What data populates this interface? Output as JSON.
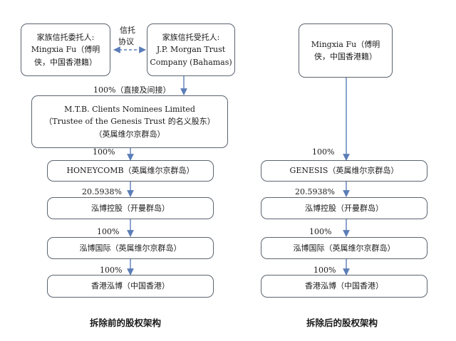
{
  "left": {
    "settlor": {
      "line1": "家族信托委托人:",
      "line2": "Mingxia Fu（傅明",
      "line3": "侠，中国香港籍）"
    },
    "agreement": {
      "line1": "信托",
      "line2": "协议"
    },
    "trustee": {
      "line1": "家族信托受托人:",
      "line2": "J.P. Morgan Trust",
      "line3": "Company (Bahamas)"
    },
    "pct_direct": "100%（直接及间接）",
    "nominee": {
      "line1": "M.T.B. Clients Nominees Limited",
      "line2": "（Trustee of the Genesis Trust 的名义股东）",
      "line3": "（英属维尔京群岛）"
    },
    "pct1": "100%",
    "honeycomb": "HONEYCOMB（英属维尔京群岛）",
    "pct2": "20.5938%",
    "holding": "泓博控股（开曼群岛）",
    "pct3": "100%",
    "intl": "泓博国际（英属维尔京群岛）",
    "pct4": "100%",
    "hk": "香港泓博（中国香港）",
    "caption": "拆除前的股权架构"
  },
  "right": {
    "owner": {
      "line1": "Mingxia Fu（傅明",
      "line2": "侠，中国香港籍）"
    },
    "pct1": "100%",
    "genesis": "GENESIS（英属维尔京群岛）",
    "pct2": "20.5938%",
    "holding": "泓博控股（开曼群岛）",
    "pct3": "100%",
    "intl": "泓博国际（英属维尔京群岛）",
    "pct4": "100%",
    "hk": "香港泓博（中国香港）",
    "caption": "拆除后的股权架构"
  },
  "colors": {
    "border": "#5b6470",
    "arrow": "#5b7db8",
    "dashed": "#5b7db8"
  }
}
